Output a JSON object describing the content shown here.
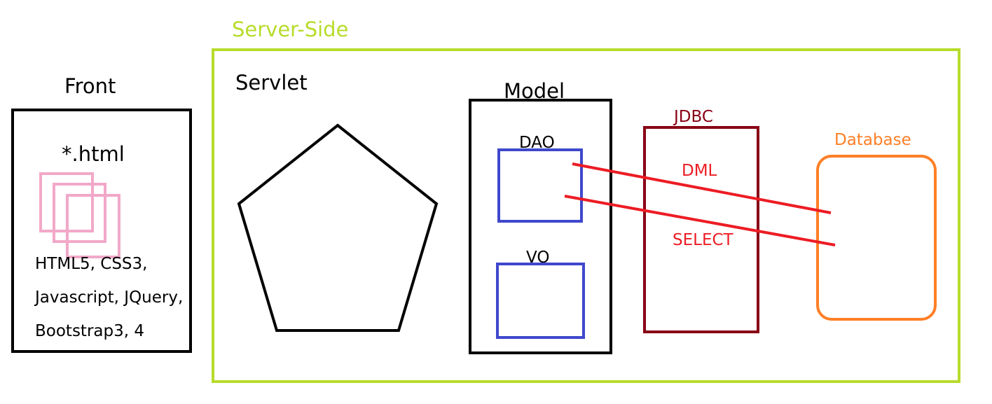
{
  "colors": {
    "background": "#ffffff",
    "server_side": "#b7dc2b",
    "front_box": "#000000",
    "html_pages": "#f2a8c8",
    "servlet": "#000000",
    "model": "#000000",
    "dao_vo": "#3f48cc",
    "jdbc": "#880015",
    "link_lines": "#ed1c24",
    "database": "#ff7f27"
  },
  "front": {
    "title": "Front",
    "file_label": "*.html",
    "tech_lines": [
      "HTML5, CSS3,",
      "Javascript, JQuery,",
      "Bootstrap3, 4"
    ]
  },
  "server_side": {
    "title": "Server-Side"
  },
  "servlet": {
    "title": "Servlet"
  },
  "model": {
    "title": "Model",
    "dao_label": "DAO",
    "vo_label": "VO"
  },
  "jdbc": {
    "title": "JDBC",
    "dml_label": "DML",
    "select_label": "SELECT"
  },
  "database": {
    "title": "Database"
  }
}
